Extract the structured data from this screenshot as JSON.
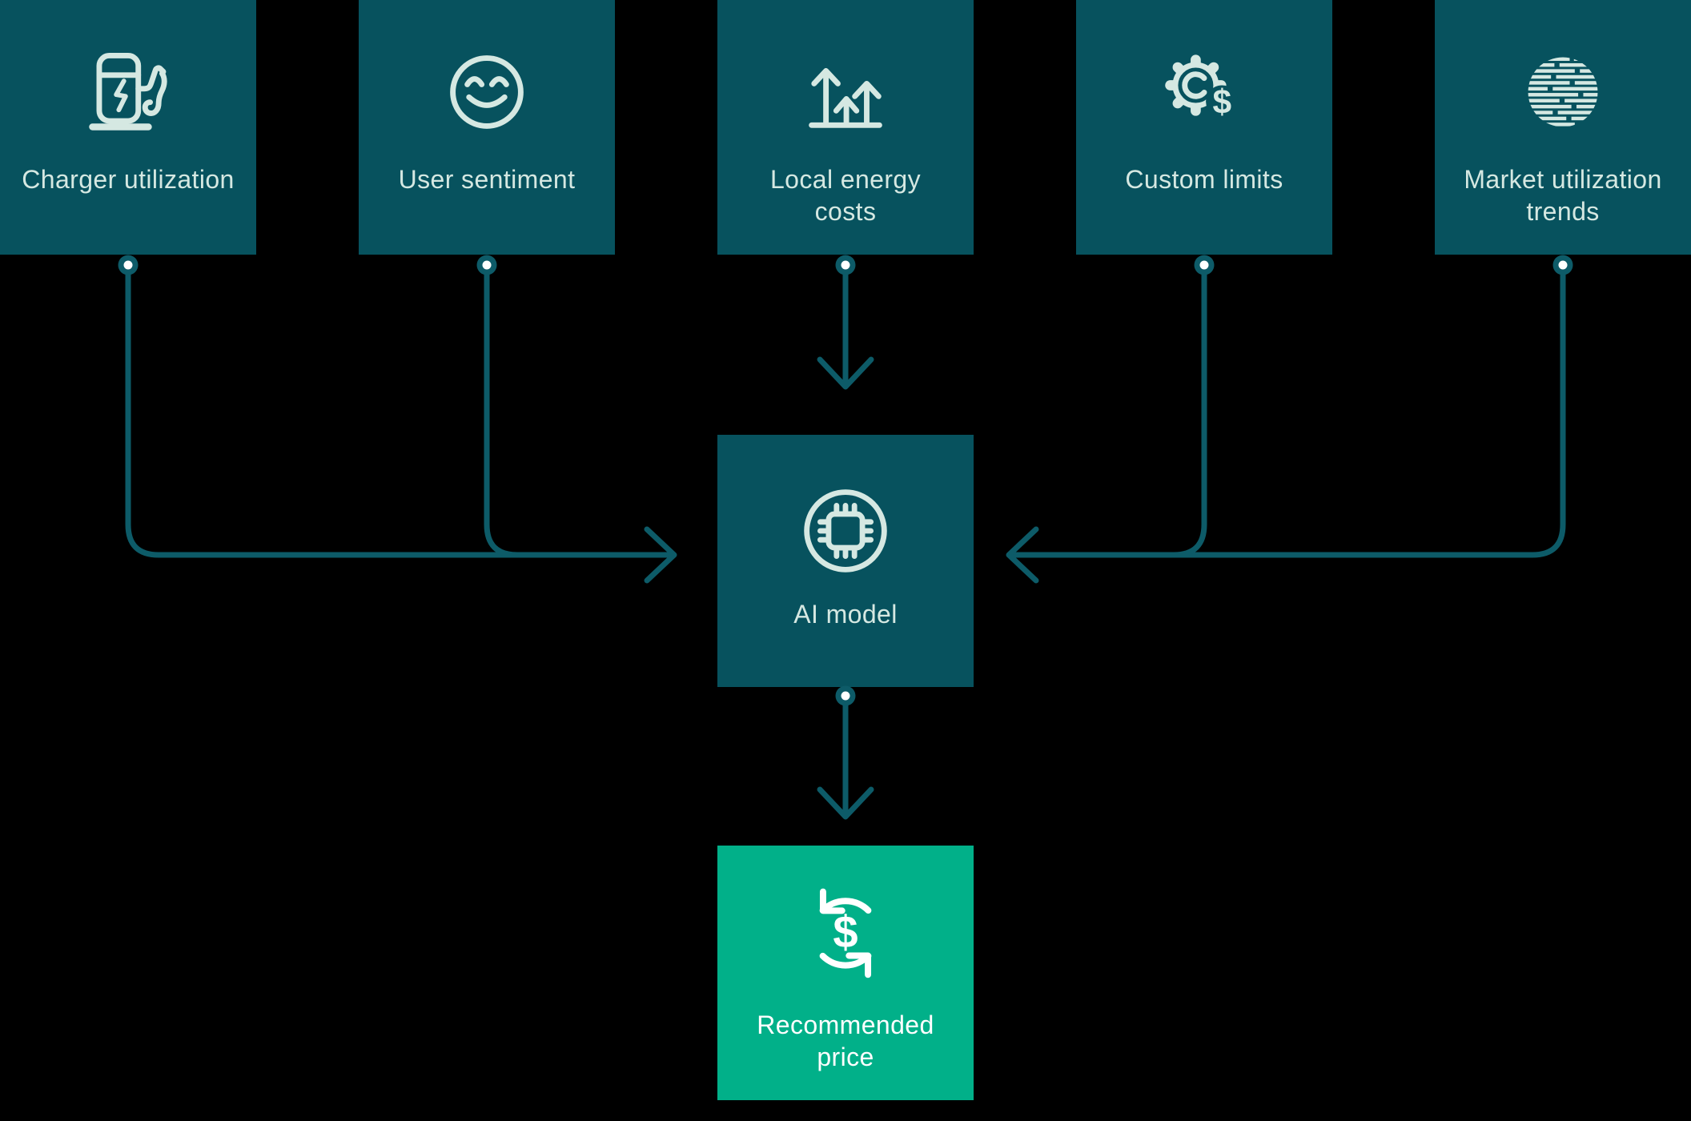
{
  "diagram": {
    "background": "#000000",
    "colors": {
      "bg": "#000000",
      "teal": "#07525e",
      "line": "#0d5b68",
      "mint": "#d5e8e2",
      "green": "#01b089",
      "white": "#ffffff"
    },
    "inputs": [
      {
        "label": "Charger utilization",
        "icon": "ev-charger-icon"
      },
      {
        "label": "User sentiment",
        "icon": "smiley-face-icon"
      },
      {
        "label": "Local energy\ncosts",
        "icon": "rising-arrows-icon"
      },
      {
        "label": "Custom limits",
        "icon": "gear-dollar-icon"
      },
      {
        "label": "Market utilization\ntrends",
        "icon": "striped-globe-icon"
      }
    ],
    "ai_model": {
      "label": "AI model",
      "icon": "ai-chip-icon"
    },
    "recommended_price": {
      "label": "Recommended\nprice",
      "icon": "price-sync-icon"
    },
    "icon_glyphs": {
      "dollar": "$"
    }
  }
}
